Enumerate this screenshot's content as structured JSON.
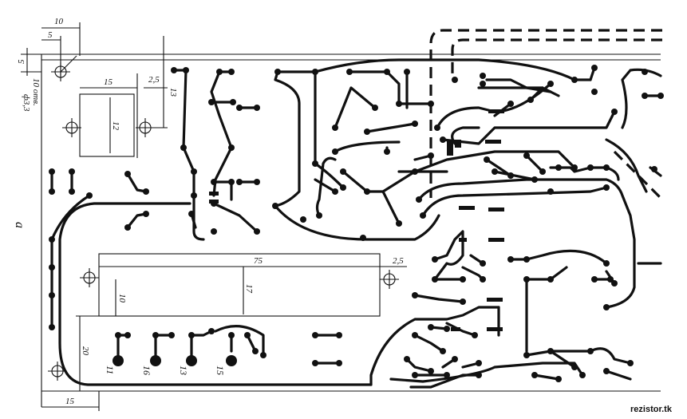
{
  "drawing": {
    "side_label": "a",
    "watermark": "rezistor.tk",
    "dimensions": {
      "d10": "10",
      "d5": "5",
      "d5b": "5",
      "d15_top": "15",
      "d2_5_top": "2,5",
      "d13": "13",
      "d12": "12",
      "d75": "75",
      "d2_5_mid": "2,5",
      "d17": "17",
      "d10_left": "10",
      "d20": "20",
      "d15_bottom": "15",
      "hole_note_1": "10 отв.",
      "hole_note_2": "ф3,3"
    },
    "pin_labels": [
      "11",
      "16",
      "13",
      "15"
    ]
  }
}
